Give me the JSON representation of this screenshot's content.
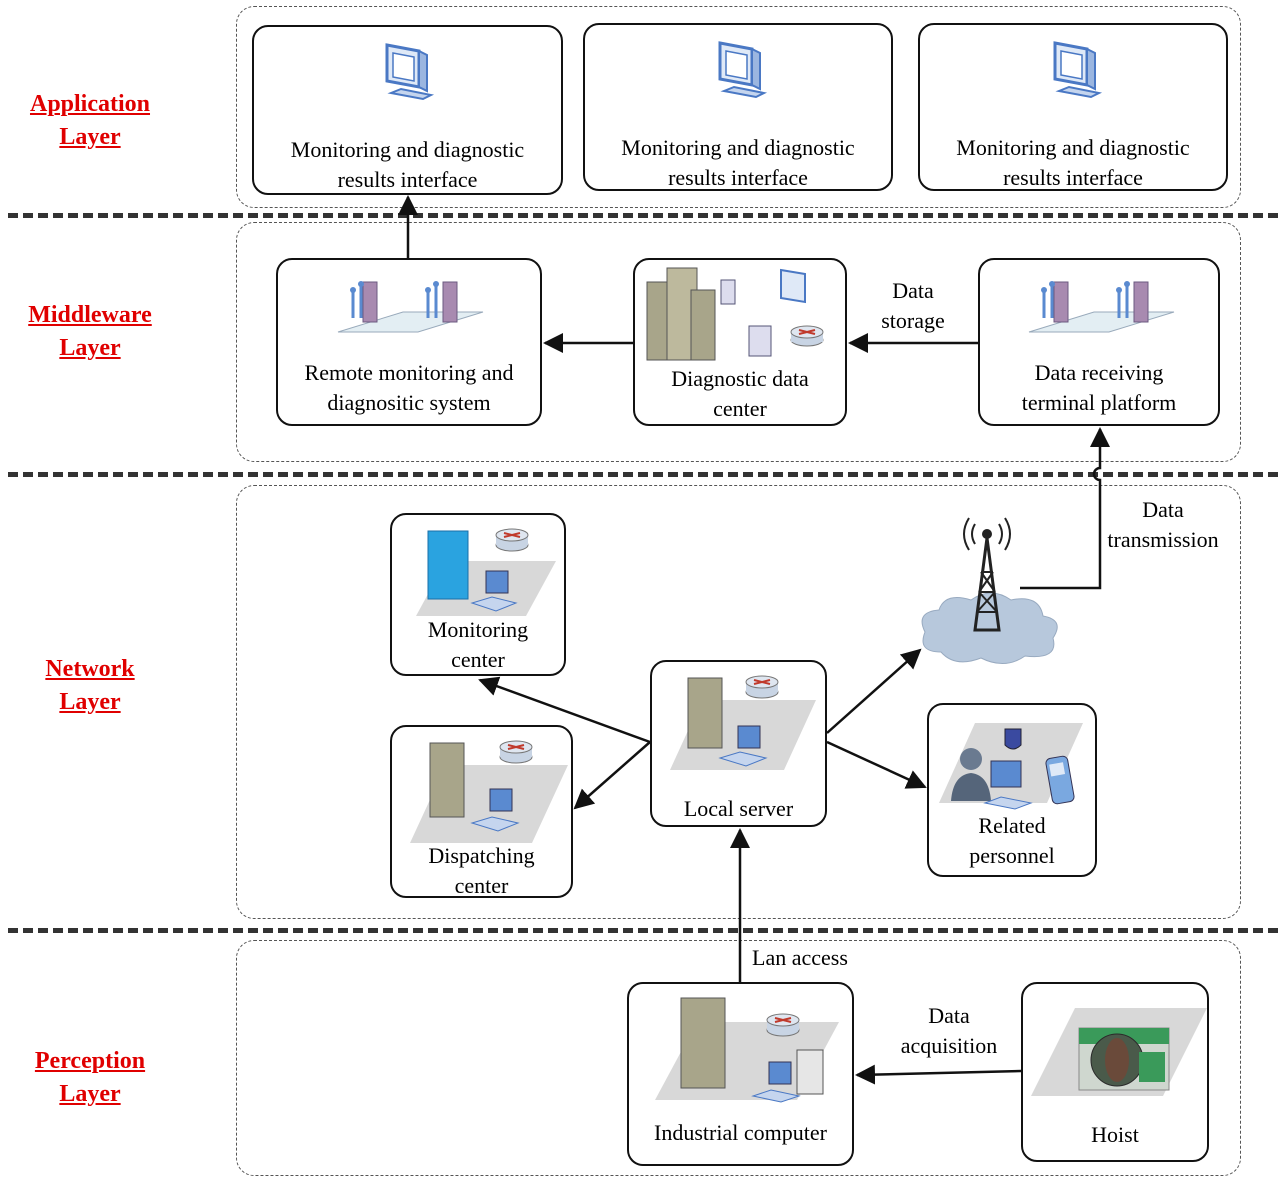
{
  "layers": {
    "application": "Application\nLayer",
    "middleware": "Middleware\nLayer",
    "network": "Network\nLayer",
    "perception": "Perception\nLayer"
  },
  "nodes": {
    "app_interface_1": "Monitoring and diagnostic\nresults interface",
    "app_interface_2": "Monitoring and diagnostic\nresults interface",
    "app_interface_3": "Monitoring and diagnostic\nresults interface",
    "remote_system": "Remote monitoring and\ndiagnositic system",
    "diagnostic_center": "Diagnostic data\ncenter",
    "receiving_platform": "Data receiving\nterminal platform",
    "monitoring_center": "Monitoring\ncenter",
    "dispatching_center": "Dispatching\ncenter",
    "local_server": "Local server",
    "related_personnel": "Related\npersonnel",
    "industrial_computer": "Industrial computer",
    "hoist": "Hoist"
  },
  "edge_labels": {
    "data_storage": "Data\nstorage",
    "data_transmission": "Data\ntransmission",
    "lan_access": "Lan access",
    "data_acquisition": "Data\nacquisition"
  },
  "colors": {
    "layer_label": "#e00000",
    "monitor_blue": "#4a78c4",
    "building_gray": "#a8a58a",
    "building_blue": "#2aa3e0"
  }
}
